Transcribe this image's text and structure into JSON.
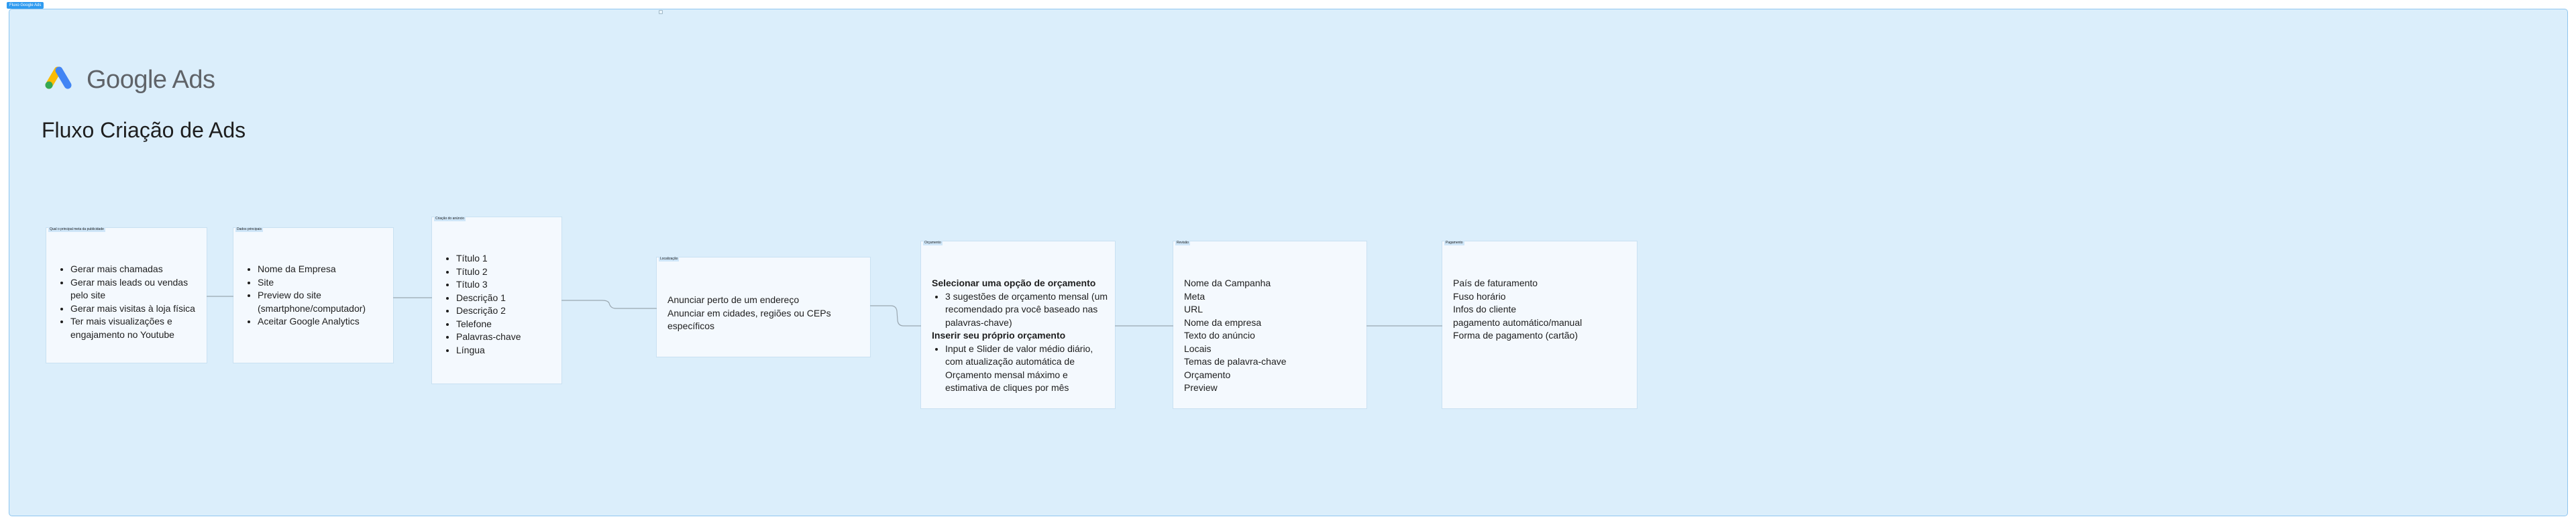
{
  "frame": {
    "label": "Fluxo Google Ads"
  },
  "header": {
    "logo_text": "Google Ads",
    "title": "Fluxo Criação de Ads"
  },
  "cards": [
    {
      "tag": "Qual o principal meta da publicidade",
      "items": [
        "Gerar mais chamadas",
        "Gerar mais leads ou vendas pelo site",
        "Gerar mais visitas à loja física",
        "Ter mais visualizações e engajamento no Youtube"
      ]
    },
    {
      "tag": "Dados principais",
      "items": [
        "Nome da Empresa",
        "Site",
        "Preview do site (smartphone/computador)",
        "Aceitar Google Analytics"
      ]
    },
    {
      "tag": "Criação do anúncio",
      "items": [
        "Título 1",
        "Título 2",
        "Título 3",
        "Descrição 1",
        "Descrição 2",
        "Telefone",
        "Palavras-chave",
        "Língua"
      ]
    },
    {
      "tag": "Localização",
      "lines": [
        "Anunciar perto de um endereço",
        "Anunciar em cidades, regiões ou CEPs específicos"
      ]
    },
    {
      "tag": "Orçamento",
      "heading1": "Selecionar uma opção de orçamento",
      "items1": [
        "3 sugestões de orçamento mensal (um recomendado pra você baseado nas palavras-chave)"
      ],
      "heading2": "Inserir seu próprio orçamento",
      "items2": [
        "Input e Slider de valor médio diário, com atualização automática de Orçamento mensal máximo e estimativa de cliques por mês"
      ]
    },
    {
      "tag": "Revisão",
      "lines": [
        "Nome da Campanha",
        "Meta",
        "URL",
        "Nome da empresa",
        "Texto do anúncio",
        "Locais",
        "Temas de palavra-chave",
        "Orçamento",
        "Preview"
      ]
    },
    {
      "tag": "Pagamento",
      "lines": [
        "País de faturamento",
        "Fuso horário",
        "Infos do cliente",
        "pagamento automático/manual",
        "Forma de pagamento (cartão)"
      ]
    }
  ],
  "colors": {
    "section_bg": "#dbeefb",
    "section_border": "#8ec6ef",
    "card_bg": "#f4f9fe",
    "connector": "#9aa7b0",
    "logo_blue": "#4285f4",
    "logo_yellow": "#fbbc04",
    "logo_green": "#34a853"
  }
}
